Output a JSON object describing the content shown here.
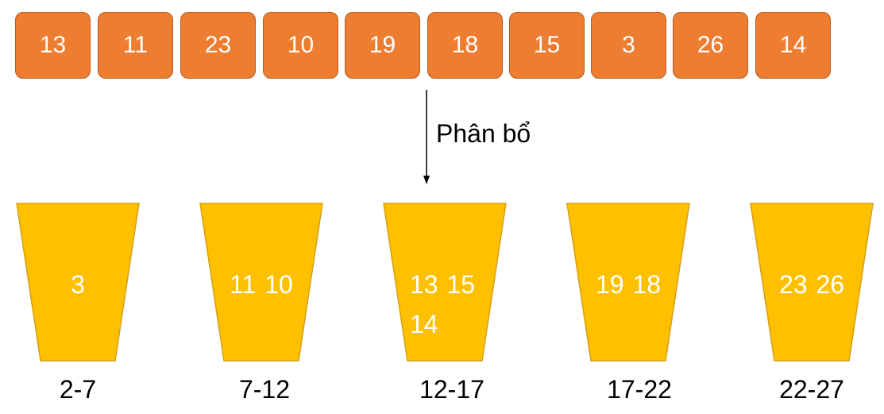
{
  "array": [
    "13",
    "11",
    "23",
    "10",
    "19",
    "18",
    "15",
    "3",
    "26",
    "14"
  ],
  "arrow_label": "Phân bổ",
  "buckets": [
    {
      "content": "3",
      "range": "2-7"
    },
    {
      "content": "11 10",
      "range": "7-12"
    },
    {
      "content": "13 15 14",
      "range": "12-17"
    },
    {
      "content": "19 18",
      "range": "17-22"
    },
    {
      "content": "23 26",
      "range": "22-27"
    }
  ],
  "colors": {
    "cell_fill": "#ED7D31",
    "cell_border": "#B85A1F",
    "bucket_fill": "#FFC000",
    "bucket_border": "#D4A017"
  }
}
